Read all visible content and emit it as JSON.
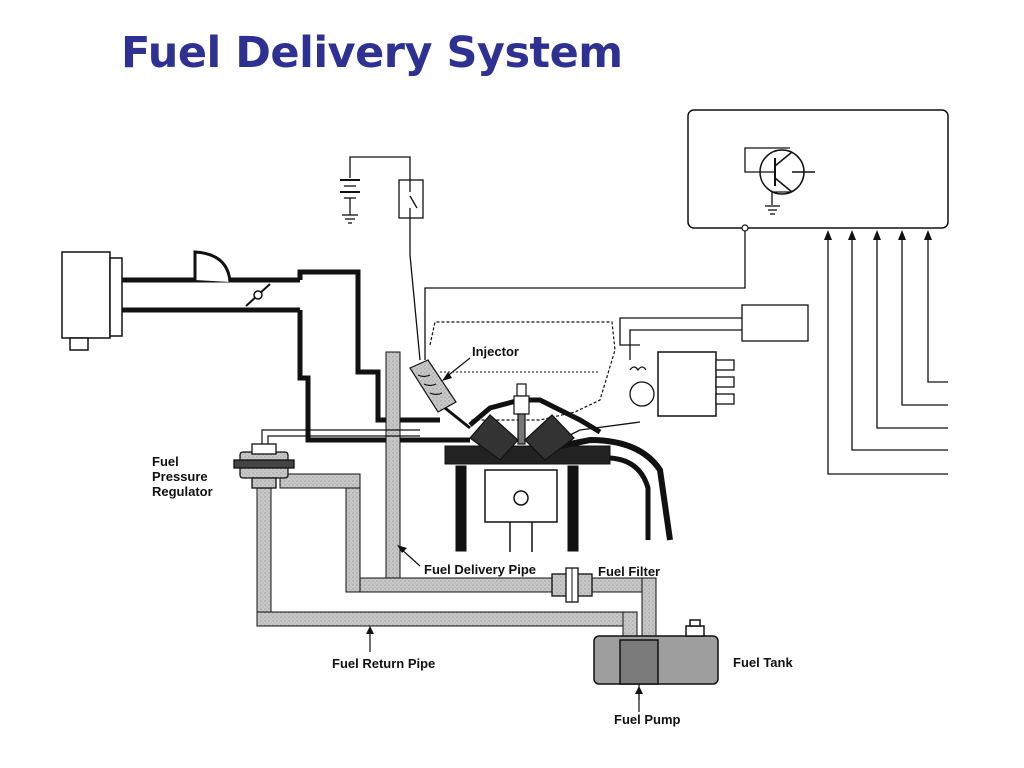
{
  "title": "Fuel Delivery System",
  "labels": {
    "injector": "Injector",
    "regulator_line1": "Fuel",
    "regulator_line2": "Pressure",
    "regulator_line3": "Regulator",
    "delivery_pipe": "Fuel Delivery Pipe",
    "filter": "Fuel Filter",
    "return_pipe": "Fuel Return Pipe",
    "tank": "Fuel Tank",
    "pump": "Fuel Pump"
  },
  "colors": {
    "title": "#2e3192",
    "line": "#111111",
    "pipe_fill": "#bdbdbd",
    "tank_fill": "#9e9e9e"
  }
}
